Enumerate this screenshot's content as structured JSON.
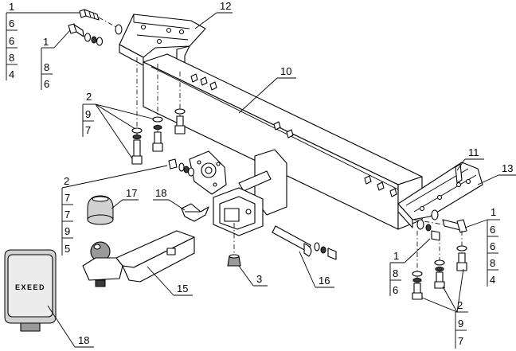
{
  "callouts": {
    "left_top_col": [
      "1",
      "6",
      "6",
      "8",
      "4"
    ],
    "left_bolt_col": [
      "1",
      "8",
      "6"
    ],
    "left_mid_col": [
      "2",
      "9",
      "7"
    ],
    "left_low_col": [
      "2",
      "7",
      "7",
      "9",
      "5"
    ],
    "bracket_left": "12",
    "crossbar": "10",
    "bracket_right": "11",
    "bracket_right_plate": "13",
    "ball_cover": "17",
    "clip": "18",
    "cover_box": "18",
    "ball_mount": "15",
    "receiver_plug": "3",
    "pin": "16",
    "right_top_col": [
      "1",
      "6",
      "6",
      "8",
      "4"
    ],
    "right_bolt_col": [
      "1",
      "8",
      "6"
    ],
    "right_low_col": [
      "2",
      "9",
      "7"
    ]
  },
  "brand": {
    "logo_text": "EXEED"
  }
}
